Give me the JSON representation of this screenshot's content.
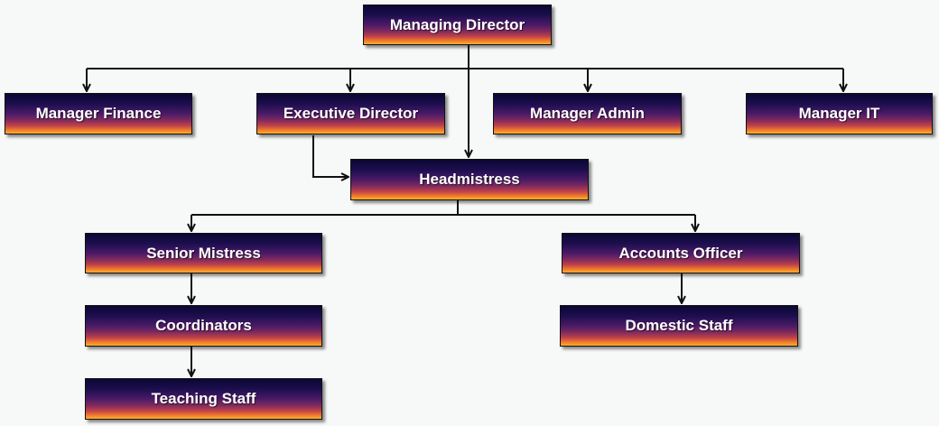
{
  "nodes": {
    "managing_director": "Managing Director",
    "manager_finance": "Manager Finance",
    "executive_director": "Executive Director",
    "manager_admin": "Manager Admin",
    "manager_it": "Manager IT",
    "headmistress": "Headmistress",
    "senior_mistress": "Senior Mistress",
    "accounts_officer": "Accounts Officer",
    "coordinators": "Coordinators",
    "domestic_staff": "Domestic Staff",
    "teaching_staff": "Teaching Staff"
  },
  "colors": {
    "box_top": "#0b0733",
    "box_mid": "#4a1a66",
    "box_bottom": "#ffb02e",
    "line": "#111111",
    "text": "#ffffff",
    "background": "#f7f8f8"
  }
}
